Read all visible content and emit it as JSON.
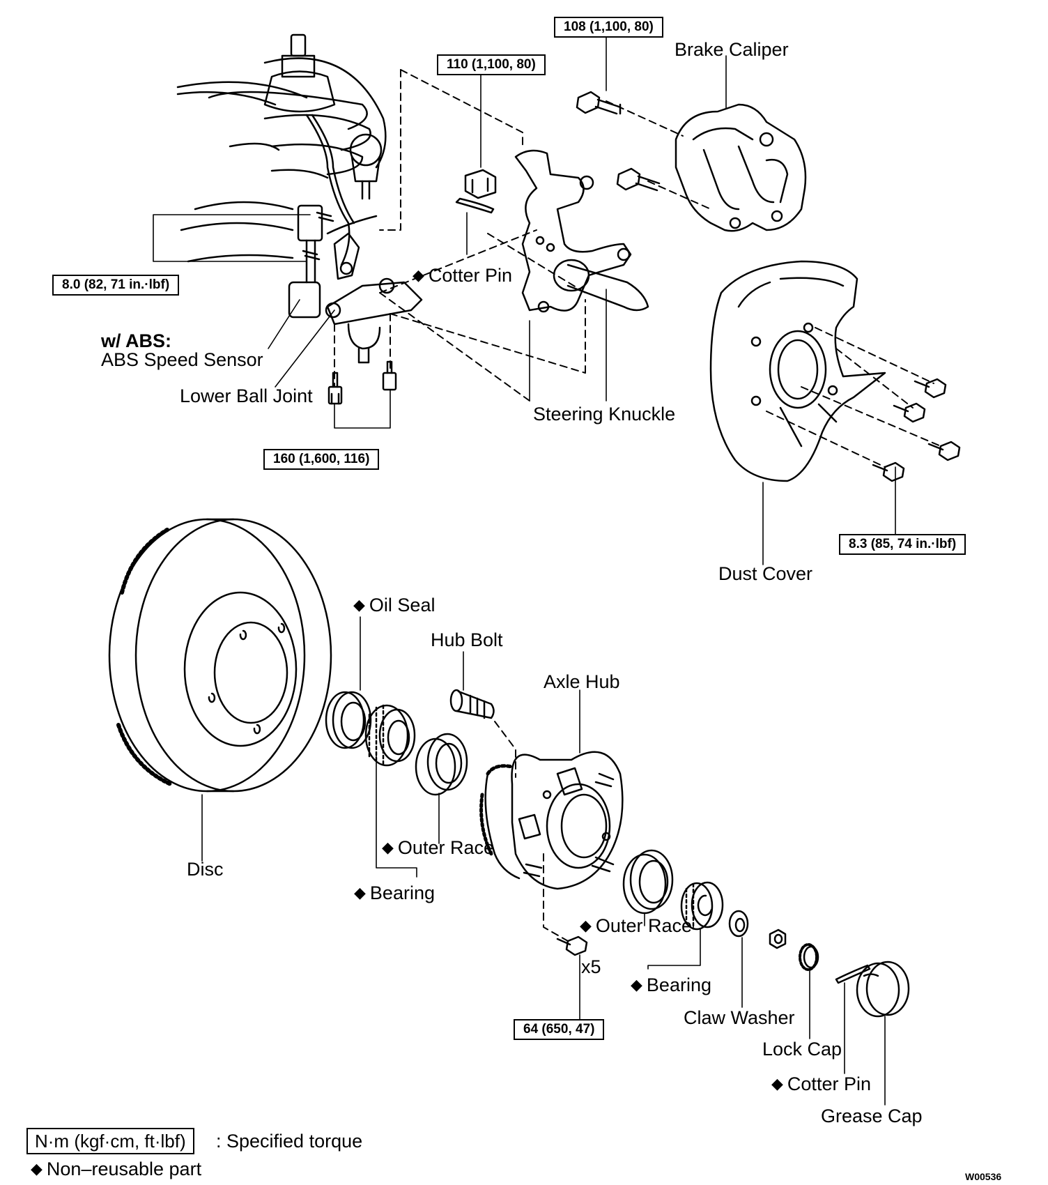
{
  "torques": {
    "caliper": "108 (1,100, 80)",
    "knuckle_nut": "110 (1,100, 80)",
    "abs_sensor": "8.0 (82, 71 in.·lbf)",
    "lower_ball_joint": "160 (1,600, 116)",
    "dust_cover": "8.3 (85, 74 in.·lbf)",
    "hub_to_knuckle": "64 (650, 47)"
  },
  "labels": {
    "brake_caliper": "Brake Caliper",
    "cotter_pin_upper": "Cotter Pin",
    "abs_title": "w/ ABS:",
    "abs_sensor": "ABS Speed Sensor",
    "lower_ball_joint": "Lower Ball Joint",
    "steering_knuckle": "Steering Knuckle",
    "dust_cover": "Dust Cover",
    "oil_seal": "Oil Seal",
    "hub_bolt": "Hub Bolt",
    "axle_hub": "Axle Hub",
    "disc": "Disc",
    "outer_race_1": "Outer Race",
    "bearing_1": "Bearing",
    "outer_race_2": "Outer Race",
    "x5": "x5",
    "bearing_2": "Bearing",
    "claw_washer": "Claw Washer",
    "lock_cap": "Lock Cap",
    "cotter_pin_lower": "Cotter Pin",
    "grease_cap": "Grease Cap"
  },
  "legend": {
    "torque_box": "N·m (kgf·cm, ft·lbf)",
    "torque_desc": ": Specified torque",
    "nonreusable": "Non–reusable part"
  },
  "diamond": "◆",
  "figure_code": "W00536"
}
